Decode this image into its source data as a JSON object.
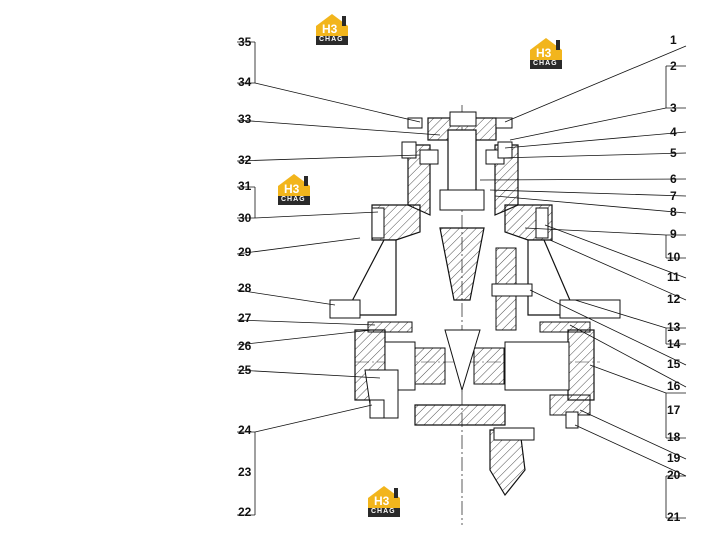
{
  "logo": {
    "mark": "H3",
    "word": "CHAG"
  },
  "colors": {
    "ink": "#111111",
    "logo_gold": "#f2b51c",
    "logo_dark": "#2a2a2a"
  },
  "labels_left": [
    "35",
    "34",
    "33",
    "32",
    "31",
    "30",
    "29",
    "28",
    "27",
    "26",
    "25",
    "24",
    "23",
    "22"
  ],
  "labels_right": [
    "1",
    "2",
    "3",
    "4",
    "5",
    "6",
    "7",
    "8",
    "9",
    "10",
    "11",
    "12",
    "13",
    "14",
    "15",
    "16",
    "17",
    "18",
    "19",
    "20",
    "21"
  ]
}
